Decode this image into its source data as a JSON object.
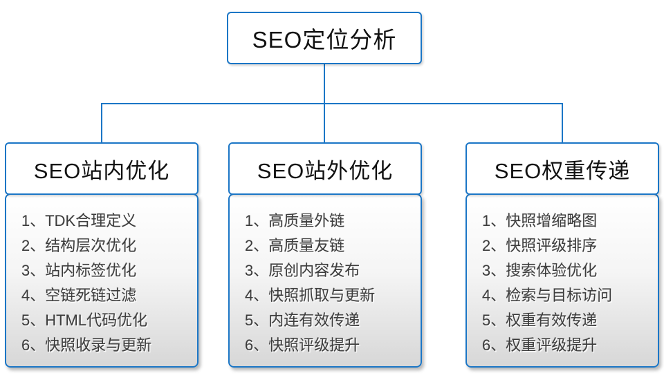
{
  "root": {
    "label": "SEO定位分析"
  },
  "branches": [
    {
      "title": "SEO站内优化",
      "items": [
        "1、TDK合理定义",
        "2、结构层次优化",
        "3、站内标签优化",
        "4、空链死链过滤",
        "5、HTML代码优化",
        "6、快照收录与更新"
      ]
    },
    {
      "title": "SEO站外优化",
      "items": [
        "1、高质量外链",
        "2、高质量友链",
        "3、原创内容发布",
        "4、快照抓取与更新",
        "5、内连有效传递",
        "6、快照评级提升"
      ]
    },
    {
      "title": "SEO权重传递",
      "items": [
        "1、快照增缩略图",
        "2、快照评级排序",
        "3、搜索体验优化",
        "4、检索与目标访问",
        "5、权重有效传递",
        "6、权重评级提升"
      ]
    }
  ],
  "colors": {
    "accent_blue": "#1b76c6",
    "list_text": "#3d3d3d",
    "box_background": "#ffffff",
    "list_gradient_bottom": "#d7d7d7"
  }
}
